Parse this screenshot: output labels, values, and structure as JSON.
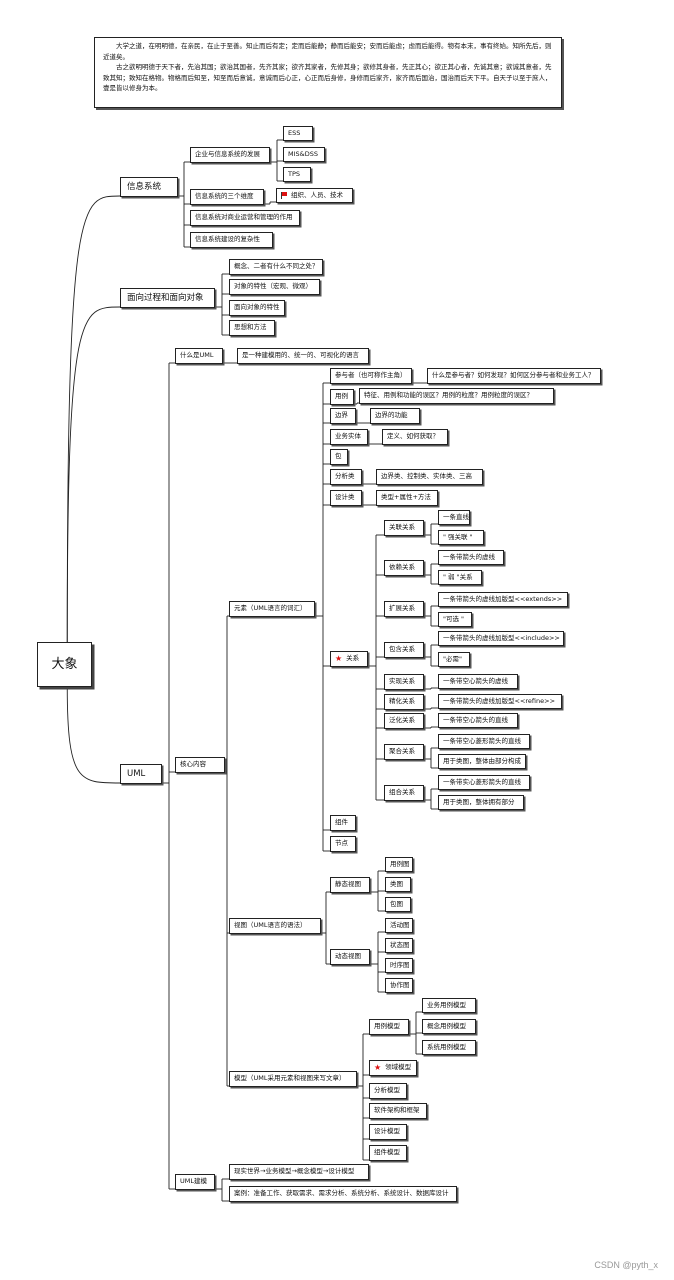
{
  "intro": {
    "p1": "大学之道，在明明德，在亲民，在止于至善。知止而后有定；定而后能静；静而后能安；安而后能虑；虑而后能得。物有本末，事有终始。知所先后，则近道矣。",
    "p2": "古之欲明明德于天下者，先治其国；欲治其国者，先齐其家；欲齐其家者，先修其身；欲修其身者，先正其心；欲正其心者，先诚其意；欲诚其意者，先致其知；致知在格物。物格而后知至，知至而后意诚，意诚而后心正，心正而后身修，身修而后家齐，家齐而后国治，国治而后天下平。自天子以至于庶人，壹是皆以修身为本。"
  },
  "root": "大象",
  "n": {
    "xxxt": "信息系统",
    "xxxt_1": "企业与信息系统的发展",
    "ess": "ESS",
    "mis": "MIS&DSS",
    "tps": "TPS",
    "xxxt_2": "信息系统的三个维度",
    "xxxt_2a": "组织、人员、技术",
    "xxxt_3": "信息系统对商业运营和管理的作用",
    "xxxt_4": "信息系统建设的复杂性",
    "mx": "面向过程和面向对象",
    "mx_1": "概念、二者有什么不同之处？",
    "mx_2": "对象的特性（宏观、微观）",
    "mx_3": "面向对象的特性",
    "mx_4": "思想和方法",
    "uml": "UML",
    "uml_what": "什么是UML",
    "uml_what_a": "是一种建模用的、统一的、可视化的语言",
    "core": "核心内容",
    "elem": "元素（UML语言的词汇）",
    "actor": "参与者（也可称作主角）",
    "actor_a": "什么是参与者？如何发现？如何区分参与者和业务工人？",
    "usecase": "用例",
    "usecase_a": "特征、用例和功能的误区？用例的粒度？用例粒度的误区？",
    "boundary": "边界",
    "boundary_a": "边界的功能",
    "entity": "业务实体",
    "entity_a": "定义、如何获取？",
    "pkg": "包",
    "analysis": "分析类",
    "analysis_a": "边界类、控制类、实体类、三高",
    "design": "设计类",
    "design_a": "类型+属性+方法",
    "rel": "关系",
    "assoc": "关联关系",
    "assoc_1": "一条直线",
    "assoc_2": "\" 强关联 \"",
    "dep": "依赖关系",
    "dep_1": "一条带箭头的虚线",
    "dep_2": "\" 弱 \"关系",
    "ext": "扩展关系",
    "ext_1": "一条带箭头的虚线加版型<<extends>>",
    "ext_2": "\"可选 \"",
    "inc": "包含关系",
    "inc_1": "一条带箭头的虚线加版型<<include>>",
    "inc_2": "\"必需\"",
    "real": "实现关系",
    "real_1": "一条带空心箭头的虚线",
    "refine": "精化关系",
    "refine_1": "一条带箭头的虚线加版型<<refine>>",
    "gen": "泛化关系",
    "gen_1": "一条带空心箭头的直线",
    "agg": "聚合关系",
    "agg_1": "一条带空心菱形箭头的直线",
    "agg_2": "用于类图，整体由部分构成",
    "comp": "组合关系",
    "comp_1": "一条带实心菱形箭头的直线",
    "comp_2": "用于类图，整体拥有部分",
    "component": "组件",
    "node": "节点",
    "view": "视图（UML语言的语法）",
    "static": "静态视图",
    "st_1": "用例图",
    "st_2": "类图",
    "st_3": "包图",
    "dynamic": "动态视图",
    "dy_1": "活动图",
    "dy_2": "状态图",
    "dy_3": "时序图",
    "dy_4": "协作图",
    "model": "模型（UML采用元素和视图来写文章）",
    "m_uc": "用例模型",
    "m_uc_1": "业务用例模型",
    "m_uc_2": "概念用例模型",
    "m_uc_3": "系统用例模型",
    "m_domain": "领域模型",
    "m_analysis": "分析模型",
    "m_arch": "软件架构和框架",
    "m_design": "设计模型",
    "m_comp": "组件模型",
    "uml_model": "UML建模",
    "uml_model_1": "现实世界→业务模型→概念模型→设计模型",
    "uml_model_2": "案例：准备工作、获取需求、需求分析、系统分析、系统设计、数据库设计"
  },
  "watermark": "CSDN @pyth_x",
  "colors": {
    "line": "#222222",
    "marker_red": "#dd1111"
  }
}
